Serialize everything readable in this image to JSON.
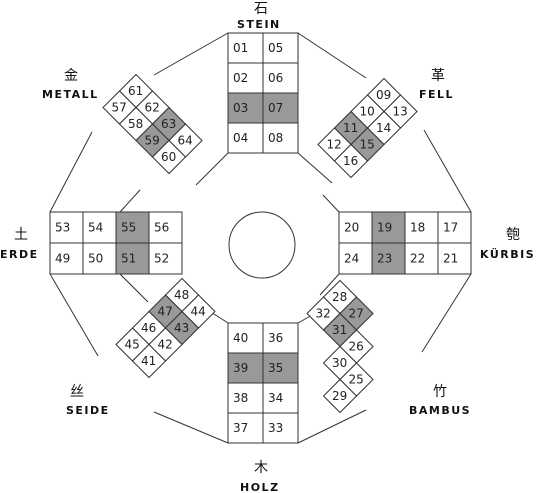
{
  "directions": [
    {
      "key": "stein",
      "zh": "石",
      "de": "STEIN",
      "cells": [
        [
          "01",
          "05"
        ],
        [
          "02",
          "06"
        ],
        [
          "03",
          "07"
        ],
        [
          "04",
          "08"
        ]
      ],
      "shaded": [
        2
      ]
    },
    {
      "key": "fell",
      "zh": "革",
      "de": "FELL",
      "cells": [
        [
          "09",
          "10"
        ],
        [
          "13",
          "14"
        ],
        [
          "11",
          "12"
        ],
        [
          "15",
          "16"
        ]
      ],
      "shaded": []
    },
    {
      "key": "kurbis",
      "zh": "匏",
      "de": "KÜRBIS",
      "cells": [
        [
          "17",
          "18"
        ],
        [
          "21",
          "22"
        ],
        [
          "19",
          "20"
        ],
        [
          "23",
          "24"
        ]
      ],
      "shaded": []
    },
    {
      "key": "bambus",
      "zh": "竹",
      "de": "BAMBUS",
      "cells": [
        [
          "25",
          "26"
        ],
        [
          "29",
          "30"
        ],
        [
          "27",
          "28"
        ],
        [
          "31",
          "32"
        ]
      ],
      "shaded": []
    },
    {
      "key": "holz",
      "zh": "木",
      "de": "HOLZ",
      "cells": [
        [
          "33",
          "34"
        ],
        [
          "37",
          "38"
        ],
        [
          "35",
          "36"
        ],
        [
          "39",
          "40"
        ]
      ],
      "shaded": []
    },
    {
      "key": "seide",
      "zh": "丝",
      "de": "SEIDE",
      "cells": [
        [
          "41",
          "42"
        ],
        [
          "45",
          "46"
        ],
        [
          "43",
          "44"
        ],
        [
          "47",
          "48"
        ]
      ],
      "shaded": []
    },
    {
      "key": "erde",
      "zh": "土",
      "de": "ERDE",
      "cells": [
        [
          "49",
          "50"
        ],
        [
          "53",
          "54"
        ],
        [
          "51",
          "52"
        ],
        [
          "55",
          "56"
        ]
      ],
      "shaded": []
    },
    {
      "key": "metall",
      "zh": "金",
      "de": "METALL",
      "cells": [
        [
          "57",
          "58"
        ],
        [
          "61",
          "62"
        ],
        [
          "59",
          "60"
        ],
        [
          "63",
          "64"
        ]
      ],
      "shaded": []
    }
  ],
  "colors": {
    "shade": "#999999",
    "line": "#333333",
    "bg": "#ffffff"
  }
}
